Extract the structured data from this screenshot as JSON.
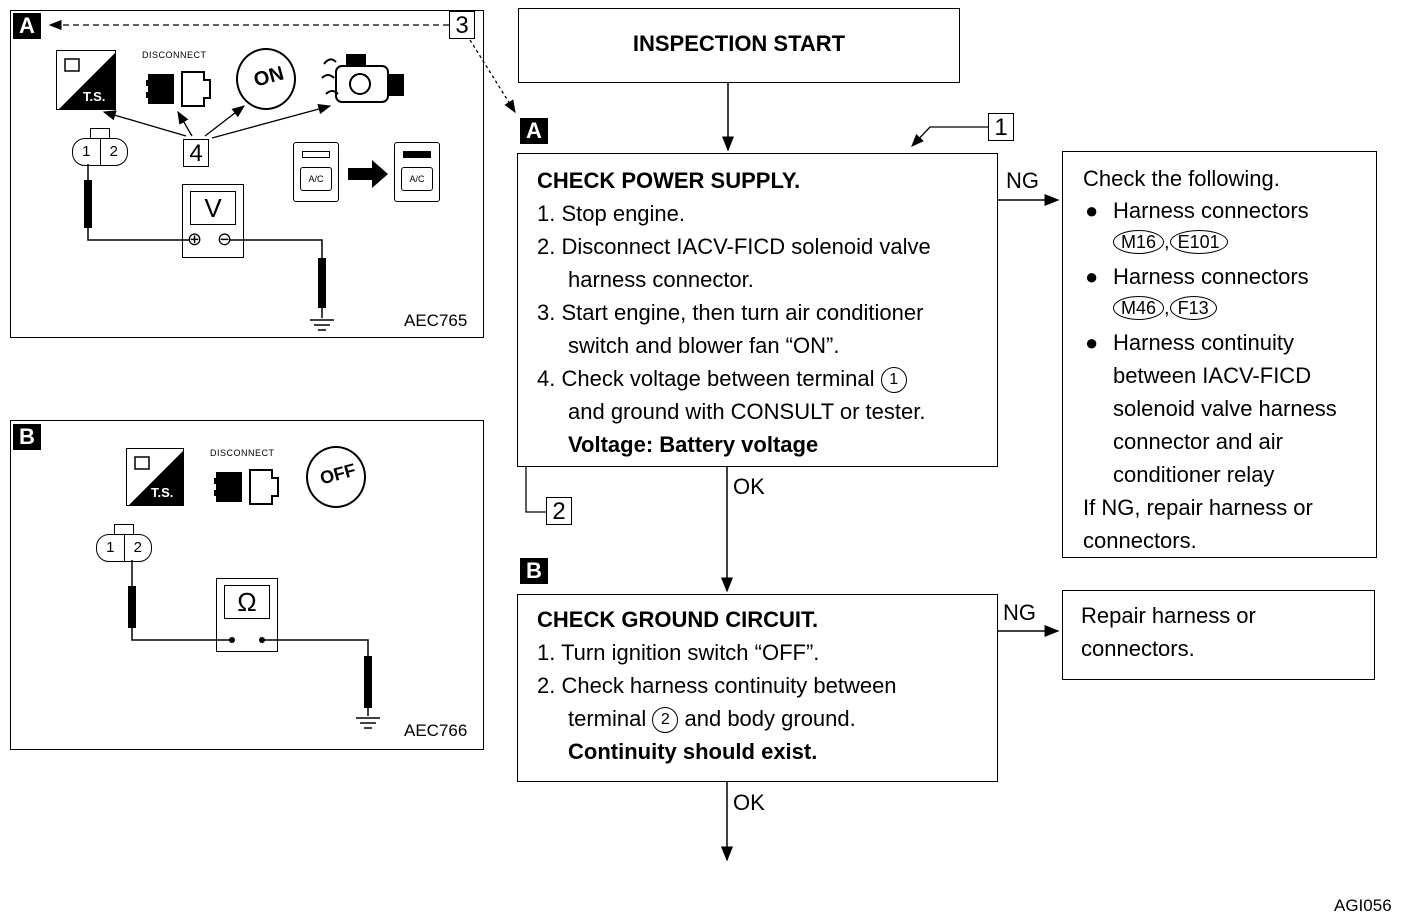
{
  "panel_a": {
    "tag": "A",
    "ts_label": "T.S.",
    "disconnect_label": "DISCONNECT",
    "key_label": "ON",
    "callout_3": "3",
    "callout_4": "4",
    "connector_pin1": "1",
    "connector_pin2": "2",
    "meter_label": "V",
    "plus_sign": "⊕",
    "minus_sign": "⊖",
    "ac_label_1": "A/C",
    "ac_label_2": "A/C",
    "code": "AEC765"
  },
  "panel_b": {
    "tag": "B",
    "ts_label": "T.S.",
    "disconnect_label": "DISCONNECT",
    "key_label": "OFF",
    "connector_pin1": "1",
    "connector_pin2": "2",
    "meter_label": "Ω",
    "code": "AEC766"
  },
  "flow": {
    "start": "INSPECTION START",
    "tag_a": "A",
    "tag_b": "B",
    "callout_1": "1",
    "callout_2": "2",
    "step1": {
      "title": "CHECK POWER SUPPLY.",
      "l1": "1.  Stop engine.",
      "l2": "2.  Disconnect IACV-FICD solenoid valve",
      "l2b": "harness connector.",
      "l3": "3.  Start engine, then turn air conditioner",
      "l3b": "switch and blower fan “ON”.",
      "l4": "4.  Check voltage between terminal",
      "l4_term": "1",
      "l4b": "and ground with CONSULT or tester.",
      "spec": "Voltage: Battery voltage"
    },
    "ng1_label": "NG",
    "ok1_label": "OK",
    "ng1_box": {
      "title": "Check the following.",
      "b1": "Harness connectors",
      "b1_c1": "M16",
      "b1_c2": "E101",
      "b2": "Harness connectors",
      "b2_c1": "M46",
      "b2_c2": "F13",
      "b3_l1": "Harness continuity",
      "b3_l2": "between IACV-FICD",
      "b3_l3": "solenoid valve harness",
      "b3_l4": "connector and air",
      "b3_l5": "conditioner relay",
      "f1": "If NG, repair harness or",
      "f2": "connectors.",
      "comma": ","
    },
    "step2": {
      "title": "CHECK GROUND CIRCUIT.",
      "l1": "1.  Turn ignition switch “OFF”.",
      "l2": "2.  Check harness continuity between",
      "l2b_pre": "terminal",
      "l2b_term": "2",
      "l2b_post": "and body ground.",
      "spec": "Continuity should exist."
    },
    "ng2_label": "NG",
    "ng2_box": {
      "l1": "Repair harness or",
      "l2": "connectors."
    },
    "ok2_label": "OK"
  },
  "figure_code": "AGI056"
}
